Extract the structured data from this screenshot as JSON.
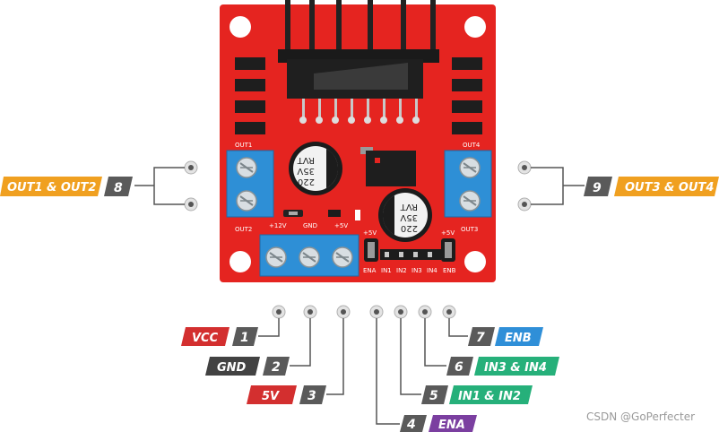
{
  "pins": [
    {
      "number": "1",
      "label": "VCC",
      "color": "#d32f2f"
    },
    {
      "number": "2",
      "label": "GND",
      "color": "#424242"
    },
    {
      "number": "3",
      "label": "5V",
      "color": "#d32f2f"
    },
    {
      "number": "4",
      "label": "ENA",
      "color": "#7b3fa0"
    },
    {
      "number": "5",
      "label": "IN1 & IN2",
      "color": "#26b07a"
    },
    {
      "number": "6",
      "label": "IN3 & IN4",
      "color": "#26b07a"
    },
    {
      "number": "7",
      "label": "ENB",
      "color": "#2f8fd8"
    },
    {
      "number": "8",
      "label": "OUT1 & OUT2",
      "color": "#f0a020"
    },
    {
      "number": "9",
      "label": "OUT3 & OUT4",
      "color": "#f0a020"
    }
  ],
  "board": {
    "out1": "OUT1",
    "out2": "OUT2",
    "out3": "OUT3",
    "out4": "OUT4",
    "v12": "+12V",
    "gnd": "GND",
    "v5": "+5V",
    "v5a": "+5V",
    "v5b": "+5V",
    "ena": "ENA",
    "in1": "IN1",
    "in2": "IN2",
    "in3": "IN3",
    "in4": "IN4",
    "enb": "ENB",
    "cap1": [
      "220",
      "35V",
      "RVT"
    ],
    "cap2": [
      "220",
      "35V",
      "RVT"
    ]
  },
  "colors": {
    "board": "#e52420",
    "terminal": "#2e8fd6",
    "heatsink": "#1a1a1a",
    "tag_grey": "#5a5a5a"
  },
  "watermark": "CSDN @GoPerfecter"
}
